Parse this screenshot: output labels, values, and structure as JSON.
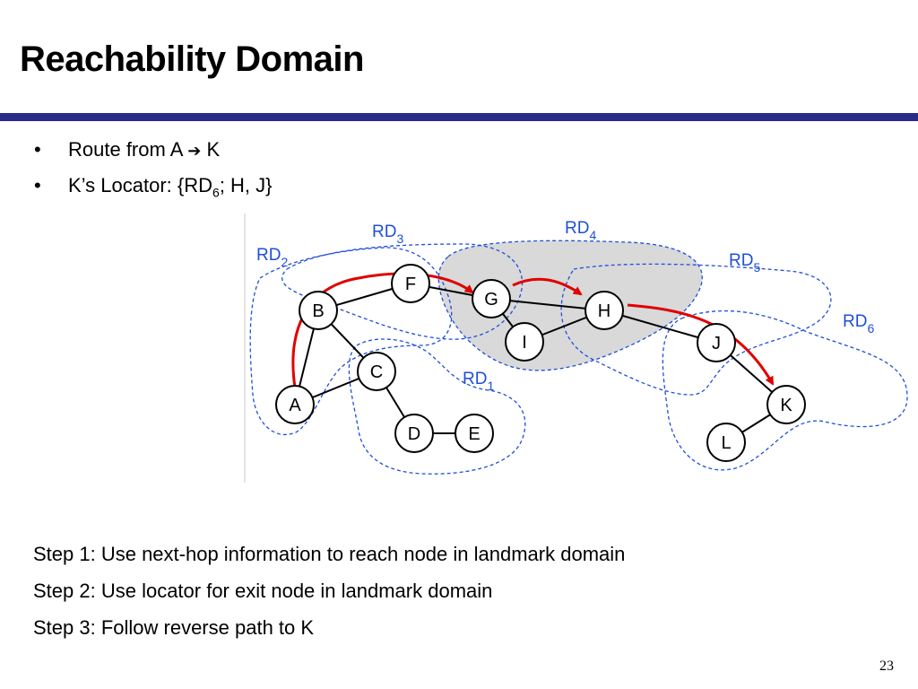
{
  "title": "Reachability Domain",
  "bullets": [
    {
      "bullet": "•",
      "text": "Route from A ",
      "arrow": "➔",
      "tail": " K"
    },
    {
      "bullet": "•",
      "pre": "K’s Locator:  {RD",
      "sub": "6",
      "post": "; H, J}"
    }
  ],
  "diagram": {
    "nodes": [
      "A",
      "B",
      "C",
      "D",
      "E",
      "F",
      "G",
      "H",
      "I",
      "J",
      "K",
      "L"
    ],
    "domains": [
      {
        "base": "RD",
        "sub": "1"
      },
      {
        "base": "RD",
        "sub": "2"
      },
      {
        "base": "RD",
        "sub": "3"
      },
      {
        "base": "RD",
        "sub": "4"
      },
      {
        "base": "RD",
        "sub": "5"
      },
      {
        "base": "RD",
        "sub": "6"
      }
    ],
    "colors": {
      "domain": "#1f4fd8",
      "route": "#e00000",
      "landmark_fill": "#d9d9d9"
    }
  },
  "steps": [
    "Step 1: Use  next-hop information to reach node in landmark domain",
    "Step 2: Use locator for exit node in landmark domain",
    "Step 3: Follow reverse path to K"
  ],
  "page_number": "23"
}
